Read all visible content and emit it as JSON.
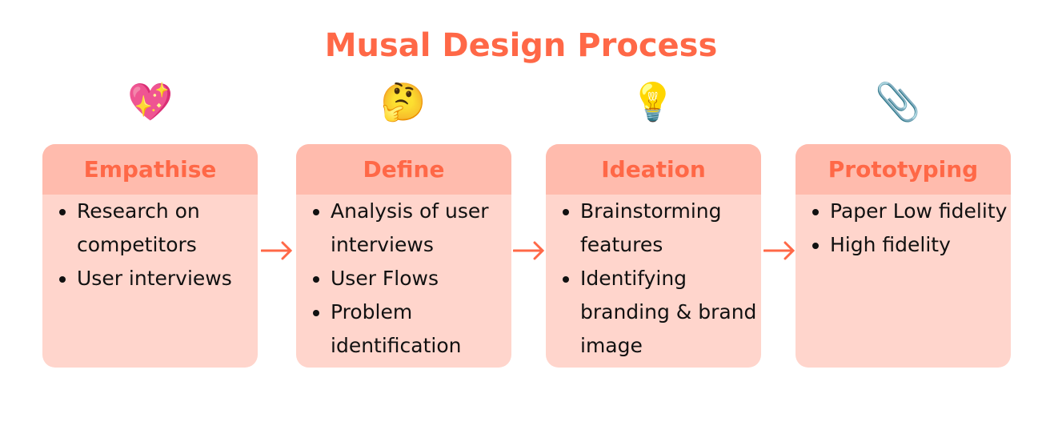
{
  "title": "Musal Design Process",
  "stages": [
    {
      "emoji": "💖",
      "icon": "sparkling-heart-icon",
      "title": "Empathise",
      "items": [
        "Research on competitors",
        "User interviews"
      ]
    },
    {
      "emoji": "🤔",
      "icon": "thinking-face-icon",
      "title": "Define",
      "items": [
        "Analysis of user interviews",
        "User Flows",
        "Problem identification"
      ]
    },
    {
      "emoji": "💡",
      "icon": "light-bulb-icon",
      "title": "Ideation",
      "items": [
        "Brainstorming features",
        "Identifying branding & brand image"
      ]
    },
    {
      "emoji": "📎",
      "icon": "paperclip-icon",
      "title": "Prototyping",
      "items": [
        "Paper Low fidelity",
        "High fidelity"
      ]
    }
  ],
  "colors": {
    "accent": "#FF6847",
    "header": "#FFBBAD",
    "body": "#FFD5CC"
  }
}
